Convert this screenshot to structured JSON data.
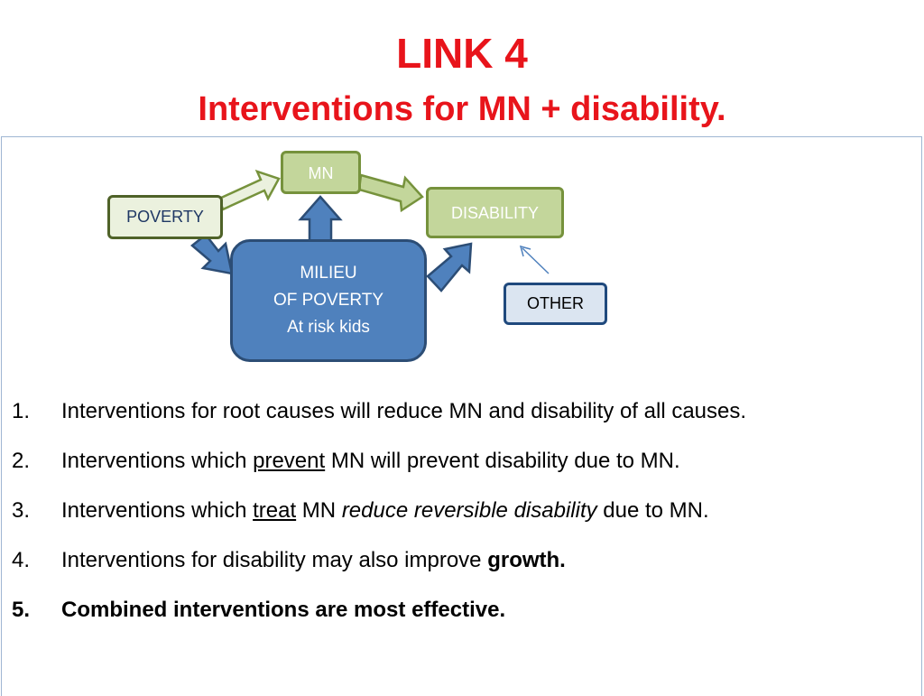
{
  "slide": {
    "title": "LINK 4",
    "subtitle": "Interventions for MN + disability."
  },
  "diagram": {
    "mn": "MN",
    "disability": "DISABILITY",
    "poverty": "POVERTY",
    "milieu": [
      "MILIEU",
      "OF POVERTY",
      "At risk kids"
    ],
    "other": "OTHER"
  },
  "points": [
    {
      "num": "1.",
      "parts": [
        "Interventions for root causes will reduce MN and disability of all causes."
      ]
    },
    {
      "num": "2.",
      "parts": [
        "Interventions which ",
        "prevent",
        " MN will prevent disability due to  MN."
      ]
    },
    {
      "num": "3.",
      "parts": [
        "Interventions which ",
        "treat",
        " MN ",
        "reduce reversible disability",
        " due to MN."
      ]
    },
    {
      "num": "4.",
      "parts": [
        "Interventions for disability may also improve ",
        "growth."
      ]
    },
    {
      "num": "5.",
      "parts": [
        "Combined interventions are most effective."
      ]
    }
  ],
  "colors": {
    "title": "#e8141b",
    "green_fill": "#c3d69b",
    "blue_fill": "#4f81bd",
    "poverty_fill": "#ebf1de",
    "other_fill": "#dbe5f1"
  }
}
